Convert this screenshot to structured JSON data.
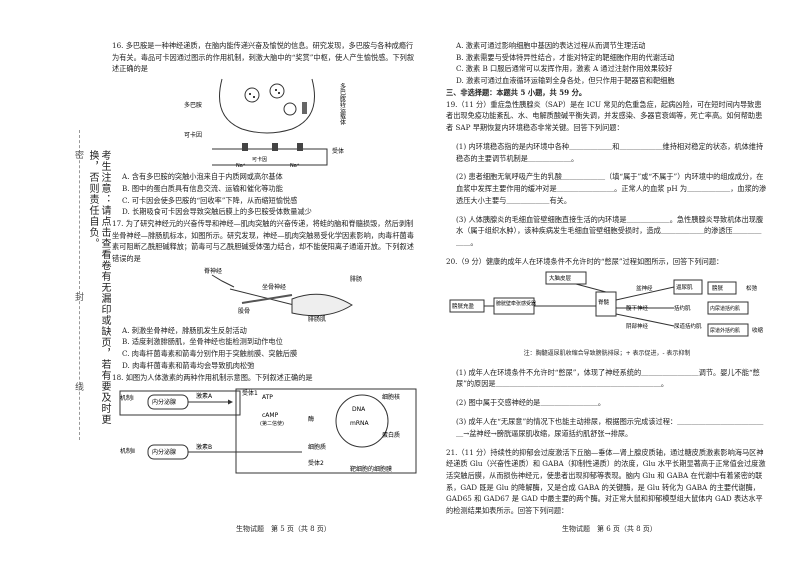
{
  "sidebar": {
    "notice": "考生注意：请点击查看卷有无漏印或缺页，若有要及时更换，否则责任自负。",
    "mark_top": "密",
    "mark_mid": "封",
    "mark_bottom": "线"
  },
  "q16": {
    "stem": "16. 多巴胺是一种神经递质，在脑内能传递兴奋及愉悦的信息。研究发现，多巴胺与各种成瘾行为有关。毒品可卡因通过图示的作用机制，刺激大脑中的“奖赏”中枢，使人产生愉悦感。下列叙述正确的是",
    "fig_labels": [
      "多巴胺",
      "多巴胺转运载体",
      "可卡因",
      "Na⁺",
      "Na⁺",
      "可卡因",
      "受体"
    ],
    "options": [
      "A. 含有多巴胺的突触小泡来自于内质网或高尔基体",
      "B. 图中的蛋白质具有信息交流、运输和催化等功能",
      "C. 可卡因会使多巴胺的“回收率”下降，从而缩短愉悦感",
      "D. 长期吸食可卡因会导致突触后膜上的多巴胺受体数量减少"
    ]
  },
  "q17": {
    "stem": "17. 为了研究神经元的兴奋传导和神经—肌肉突触的兴奋传递，将蛙的脑和脊髓损毁，然后剥制坐骨神经—腓肠肌标本，如图所示。研究发现，神经—肌肉突触易受化学因素影响，肉毒杆菌毒素可阻断乙酰胆碱释放；箭毒可与乙酰胆碱受体强力结合，却不能使阳离子通道开放。下列叙述错误的是",
    "fig_labels": [
      "脊神经",
      "坐骨神经",
      "腓肠",
      "股骨",
      "腓肠肌"
    ],
    "options": [
      "A. 刺激坐骨神经，腓肠肌发生反射活动",
      "B. 适度刺激腓肠肌，坐骨神经也能检测到动作电位",
      "C. 肉毒杆菌毒素和箭毒分别作用于突触前膜、突触后膜",
      "D. 肉毒杆菌毒素和箭毒均会导致肌肉松弛"
    ]
  },
  "q18": {
    "stem": "18. 如图为人体激素的两种作用机制示意图。下列叙述正确的是",
    "fig_labels": [
      "机制Ⅰ",
      "机制Ⅱ",
      "内分泌腺",
      "内分泌腺",
      "激素A",
      "激素B",
      "受体1",
      "ATP",
      "cAMP",
      "(第二信使)",
      "DNA",
      "mRNA",
      "蛋白质",
      "受体2",
      "酶",
      "细胞质",
      "细胞核",
      "靶细胞的细胞膜"
    ]
  },
  "page5_footer": "生物试题　第 5 页（共 8 页）",
  "right": {
    "q18_options": [
      "A. 激素可通过影响细胞中基因的表达过程从而调节生理活动",
      "B. 激素需要与受体特异性结合，才能对特定的靶细胞作用的代谢活动",
      "C. 激素 B 口服后通常可以发挥作用，激素 A 通过注射作用效果较好",
      "D. 激素可通过血液循环运输到全身各处，但只作用于靶器官和靶细胞"
    ],
    "section3": "三、非选择题：本题共 5 小题，共 59 分。",
    "q19_stem": "19.（11 分）重症急性胰腺炎（SAP）是在 ICU 常见的危重急症，起病凶险，可在短时间内导致患者出现免疫功能紊乱、水、电解质酸碱平衡失调，并发感染、多器官衰竭等，死亡率高。如何帮助患者 SAP 早期恢复内环境稳态非常关键。回答下列问题：",
    "q19_lines": [
      "(1) 内环境稳态指的是内环境中各种＿＿＿＿＿＿和＿＿＿＿＿＿维持相对稳定的状态，机体维持稳态的主要调节机制是＿＿＿＿＿＿。",
      "(2) 患者细胞无氧呼吸产生的乳酸＿＿＿＿＿＿（填“属于”或“不属于”）内环境中的组成成分，在血浆中发挥主要作用的缓冲对是＿＿＿＿＿＿＿＿。正常人的血浆 pH 为＿＿＿＿＿＿，血浆的渗透压大小主要与＿＿＿＿＿＿有关。",
      "(3) 人体胰腺炎的毛细血管壁细胞直接生活的内环境是＿＿＿＿＿＿。急性胰腺炎导致机体出现腹水（属于组织水肿），该种疾病发生毛细血管壁细胞受损时，造成＿＿＿＿＿＿的渗透压＿＿＿＿＿＿。"
    ],
    "q20_stem": "20.（9 分）健康的成年人在环境条件不允许时的“憋尿”过程如图所示，回答下列问题：",
    "q20_fig_labels": [
      "大脑皮层",
      "脊髓",
      "膀胱充盈",
      "膀胱壁牵张感受器",
      "盆神经",
      "逼尿肌",
      "括约肌",
      "腹下神经",
      "阴部神经",
      "尿道括约肌",
      "膀胱",
      "尿道外括约肌",
      "内尿道括约肌",
      "松弛",
      "收缩"
    ],
    "q20_note": "注：胸髓逼尿肌收缩合导致膀胱排尿；+ 表示促进，- 表示抑制",
    "q20_lines": [
      "(1) 成年人在环境条件不允许时“憋尿”，体现了神经系统的＿＿＿＿＿＿＿＿调节。婴儿不能“憋尿”的原因是＿＿＿＿＿＿＿＿＿＿＿＿＿＿＿＿＿＿＿＿＿＿＿。",
      "(2) 图中属于交感神经的是＿＿＿＿＿＿＿＿。",
      "(3) 成年人在“无尿意”的情况下也能主动排尿，根据图示完成该过程：＿＿＿＿＿＿＿＿＿＿＿＿＿→盆神经→膀胱逼尿肌收缩，尿道括约肌舒张→排尿。"
    ],
    "q21_stem": "21.（11 分）持续性的抑郁会过度激活下丘脑—垂体—肾上腺皮质轴，通过糖皮质激素影响海马区神经递质 Glu（兴奋性递质）和 GABA（抑制性递质）的浓度，Glu 水平长期显著高于正常值会过度激活突触后膜，从而损伤神经元，使患者出现抑郁等表现。脑内 Glu 和 GABA 在代谢中有着紧密的联系，GAD 既是 Glu 的降解酶，又是合成 GABA 的关键酶，是 Glu 转化为 GABA 的主要代谢酶，GAD65 和 GAD67 是 GAD 中最主要的两个酶。对正常大鼠和抑郁模型组大鼠体内 GAD 表达水平的检测结果如表所示。回答下列问题：",
    "page6_footer": "生物试题　第 6 页（共 8 页）"
  }
}
